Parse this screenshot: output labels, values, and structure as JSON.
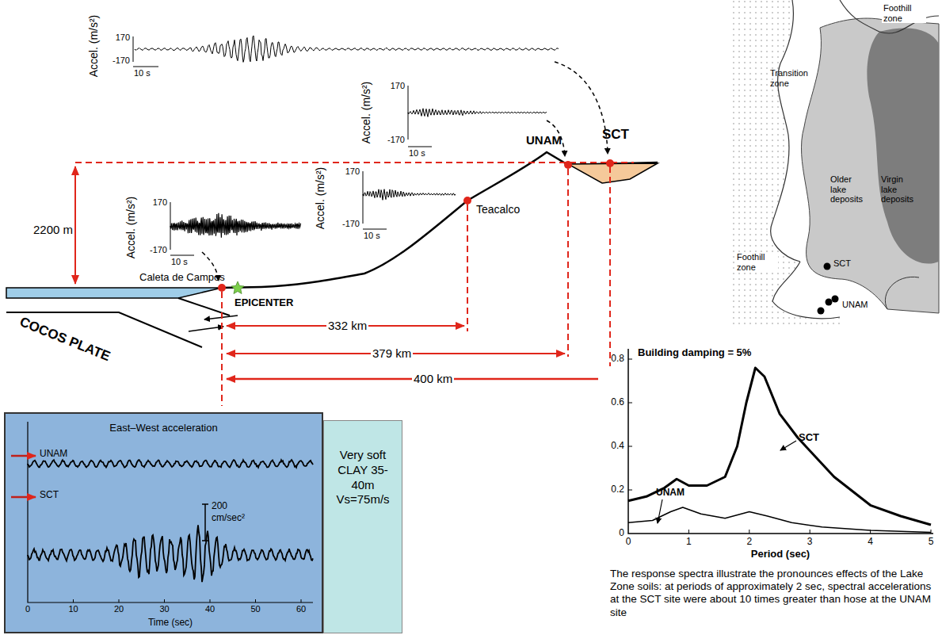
{
  "diagram": {
    "caption": "The response spectra illustrate the pronounces effects of the Lake Zone soils: at periods of approximately 2 sec, spectral accelerations at the SCT site were about 10 times greater than hose at the UNAM site",
    "nodes": [
      {
        "text": [
          "East–West acceleration"
        ]
      },
      {
        "text": [
          "Very soft CLAY 35-40m Vs=75m/s"
        ]
      }
    ],
    "edges": [],
    "labels": [
      "Accel. (m/s²)",
      "170",
      "-170",
      "10 s",
      "Accel. (m/s²)",
      "170",
      "-170",
      "10 s",
      "Accel. (m/s²)",
      "170",
      "-170",
      "10 s",
      "Accel. (m/s²)",
      "170",
      "-170",
      "10 s",
      "2200 m",
      "Caleta de Campos",
      "EPICENTER",
      "Teacalco",
      "UNAM",
      "SCT",
      "COCOS PLATE",
      "332 km",
      "379 km",
      "400 km",
      "Foothill zone",
      "Transition zone",
      "Older lake deposits",
      "Virgin lake deposits",
      "SCT",
      "Foothill zone",
      "UNAM",
      "Building damping = 5%",
      "SCT",
      "UNAM",
      "0",
      "0.2",
      "0.4",
      "0.6",
      "0.8",
      "0",
      "1",
      "2",
      "3",
      "4",
      "5",
      "Period (sec)",
      "UNAM",
      "SCT",
      "200",
      "cm/sec²",
      "0",
      "10",
      "20",
      "30",
      "40",
      "50",
      "60",
      "Time (sec)"
    ]
  }
}
